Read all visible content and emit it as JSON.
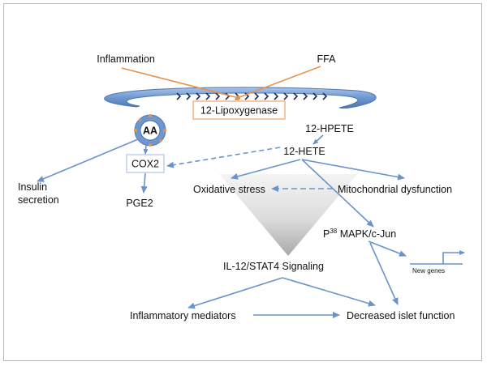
{
  "labels": {
    "inflammation": "Inflammation",
    "ffa": "FFA",
    "lipoxygenase": "12-Lipoxygenase",
    "hpete": "12-HPETE",
    "hete": "12-HETE",
    "aa": "AA",
    "cox2": "COX2",
    "insulin_line1": "Insulin",
    "insulin_line2": "secretion",
    "pge2": "PGE2",
    "oxidative": "Oxidative stress",
    "mito": "Mitochondrial dysfunction",
    "p38_prefix": "P",
    "p38_sup": "38",
    "p38_suffix": " MAPK/c-Jun",
    "new_genes": "New genes",
    "il12": "IL-12/STAT4 Signaling",
    "mediators": "Inflammatory mediators",
    "islet": "Decreased islet function"
  },
  "colors": {
    "arrow_blue": "#6a93c9",
    "inflammation_orange": "#e8914a",
    "lipox_border": "#e8914a",
    "membrane": "#7da7d9",
    "chevron": "#1f2d5a"
  }
}
